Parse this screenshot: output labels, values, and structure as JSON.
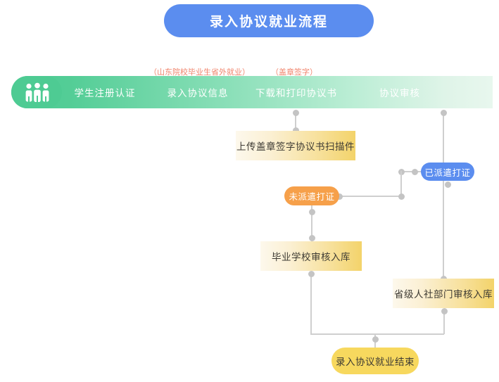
{
  "page": {
    "title": "录入协议就业流程"
  },
  "banner": {
    "icon": "people-group-icon",
    "steps": [
      {
        "label": "学生注册认证"
      },
      {
        "label": "录入协议信息"
      },
      {
        "label": "下载和打印协议书"
      },
      {
        "label": "协议审核"
      }
    ],
    "annotations": [
      {
        "text": "（山东院校毕业生省外就业）"
      },
      {
        "text": "（盖章签字）"
      }
    ]
  },
  "nodes": {
    "upload": "上传盖章签字协议书扫描件",
    "dispatched": "已派遣打证",
    "not_dispatched": "未派遣打证",
    "school_review": "毕业学校审核入库",
    "province_review": "省级人社部门审核入库",
    "end": "录入协议就业结束"
  },
  "colors": {
    "title_pill": "#5b8def",
    "banner_green": "#4ecb93",
    "gold_box": "#f3d36a",
    "orange_pill": "#f6a04a",
    "blue_pill": "#5b8def",
    "end_pill": "#f7d85e",
    "annotation_text": "#f0836b",
    "connector": "#cfcfcf"
  }
}
